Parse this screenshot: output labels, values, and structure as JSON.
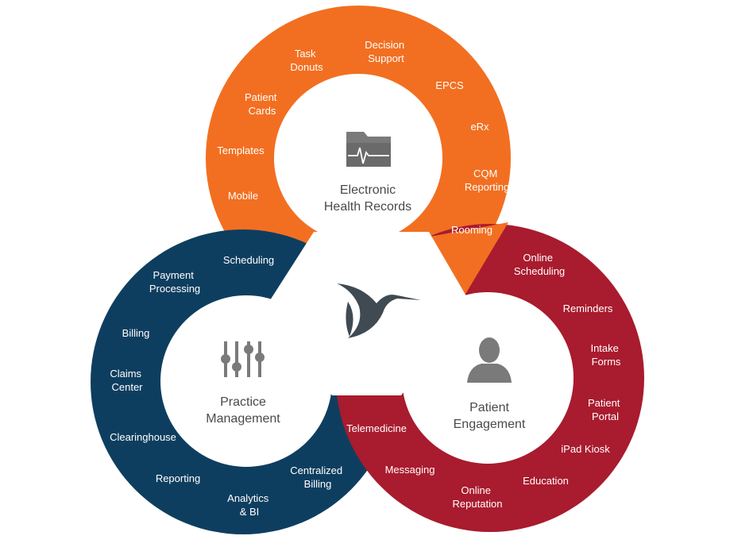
{
  "colors": {
    "ehr": "#f26f21",
    "practice": "#0e3e5f",
    "patient": "#a91b2e",
    "hub_white": "#ffffff",
    "icon_gray": "#7a7a7a",
    "title_gray": "#4a4a4a",
    "bird_dark": "#3f4a52"
  },
  "hubs": {
    "ehr": {
      "line1": "Electronic",
      "line2": "Health Records",
      "icon": "ehr-folder-icon"
    },
    "practice": {
      "line1": "Practice",
      "line2": "Management",
      "icon": "sliders-icon"
    },
    "patient": {
      "line1": "Patient",
      "line2": "Engagement",
      "icon": "person-icon"
    }
  },
  "center_logo": "hummingbird-logo-icon",
  "ehr_items": [
    [
      "Task",
      "Donuts"
    ],
    [
      "Decision",
      "Support"
    ],
    [
      "Patient",
      "Cards"
    ],
    [
      "EPCS"
    ],
    [
      "eRx"
    ],
    [
      "Templates"
    ],
    [
      "CQM",
      "Reporting"
    ],
    [
      "Mobile"
    ],
    [
      "Rooming"
    ]
  ],
  "practice_items": [
    [
      "Scheduling"
    ],
    [
      "Payment",
      "Processing"
    ],
    [
      "Billing"
    ],
    [
      "Claims",
      "Center"
    ],
    [
      "Clearinghouse"
    ],
    [
      "Reporting"
    ],
    [
      "Analytics",
      "& BI"
    ],
    [
      "Centralized",
      "Billing"
    ]
  ],
  "patient_items": [
    [
      "Online",
      "Scheduling"
    ],
    [
      "Reminders"
    ],
    [
      "Intake",
      "Forms"
    ],
    [
      "Patient",
      "Portal"
    ],
    [
      "iPad Kiosk"
    ],
    [
      "Education"
    ],
    [
      "Online",
      "Reputation"
    ],
    [
      "Messaging"
    ],
    [
      "Telemedicine"
    ]
  ]
}
